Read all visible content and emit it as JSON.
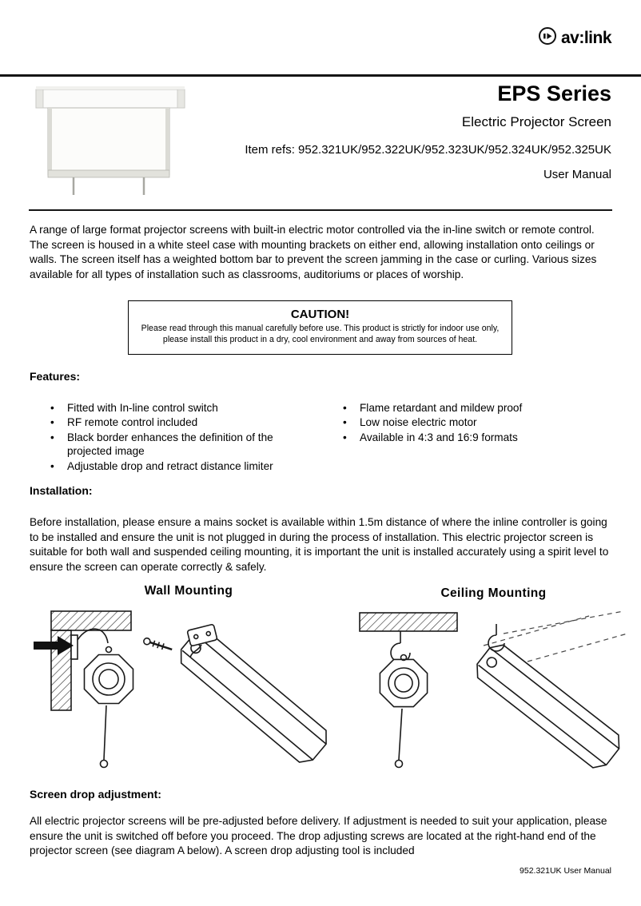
{
  "brand": {
    "logo_text": "av:link"
  },
  "title_block": {
    "series": "EPS Series",
    "product": "Electric Projector Screen",
    "item_refs": "Item refs: 952.321UK/952.322UK/952.323UK/952.324UK/952.325UK",
    "doc_type": "User Manual"
  },
  "intro_paragraph": "A range of large format projector screens with built-in electric motor controlled via the in-line switch or remote control. The screen is housed in a white steel case with mounting brackets on either end, allowing installation onto ceilings or walls. The screen itself has a weighted bottom bar to prevent the screen jamming in the case or curling. Various sizes available for all types of installation such as classrooms, auditoriums or places of worship.",
  "caution": {
    "title": "CAUTION!",
    "body": "Please read through this manual carefully before use. This product is strictly for indoor use only, please install this product in a dry, cool environment and away from sources of heat."
  },
  "features": {
    "heading": "Features:",
    "left_items": [
      "Fitted with In-line control switch",
      "RF remote control included",
      "Black border enhances the definition of the projected image",
      "Adjustable drop and retract distance limiter"
    ],
    "right_items": [
      "Flame retardant and mildew proof",
      "Low noise electric motor",
      "Available in 4:3 and 16:9 formats"
    ]
  },
  "installation": {
    "heading": "Installation:",
    "paragraph": "Before installation, please ensure a mains socket is available within 1.5m distance of where the inline controller is going to be installed and ensure the unit is not plugged in during the process of installation. This electric projector screen is suitable for both wall and suspended ceiling mounting, it is important the unit is installed accurately using a spirit level to ensure the screen can operate correctly & safely.",
    "wall_title": "Wall Mounting",
    "ceiling_title": "Ceiling Mounting"
  },
  "screen_drop": {
    "heading": "Screen drop adjustment:",
    "paragraph": "All electric projector screens will be pre-adjusted before delivery. If adjustment is needed to suit your application, please ensure the unit is switched off before you proceed. The drop adjusting screws are located at the right-hand end of the projector screen (see diagram A below). A screen drop adjusting tool is included"
  },
  "footer": {
    "text": "952.321UK User Manual"
  }
}
